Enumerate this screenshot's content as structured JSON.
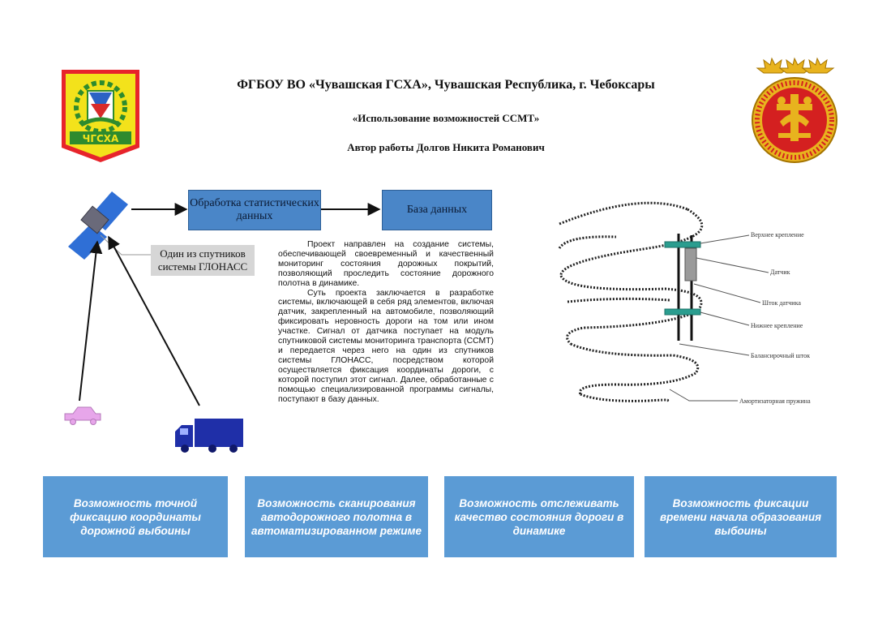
{
  "header": {
    "organization": "ФГБОУ ВО «Чувашская ГСХА», Чувашская Республика, г. Чебоксары",
    "topic": "«Использование возможностей ССМТ»",
    "author": "Автор работы Долгов Никита Романович"
  },
  "logo": {
    "text": "ЧГСХА"
  },
  "flow": {
    "processing": "Обработка статистических данных",
    "database": "База данных"
  },
  "satellite_label": "Один из спутников системы ГЛОНАСС",
  "description": {
    "paragraph_1": "Проект направлен на создание системы, обеспечивающей своевременный и качественный мониторинг состояния дорожных покрытий, позволяющий проследить состояние дорожного полотна в динамике.",
    "paragraph_2": "Суть проекта заключается в разработке системы, включающей в себя ряд элементов, включая датчик, закрепленный на автомобиле, позволяющий фиксировать неровность дороги на том или ином участке. Сигнал от датчика поступает на модуль спутниковой системы мониторинга транспорта (ССМТ) и передается через него на один из спутников системы ГЛОНАСС, посредством которой осуществляется фиксация координаты дороги, с которой поступил этот сигнал. Далее, обработанные с помощью специализированной программы сигналы, поступают в базу данных."
  },
  "sensor_labels": {
    "top_mount": "Верхнее крепление",
    "sensor": "Датчик",
    "rod": "Шток датчика",
    "bottom_mount": "Нижнее крепление",
    "balance_rod": "Балансирочный шток",
    "spring": "Амортизаторная пружина"
  },
  "features": [
    "Возможность точной фиксацию координаты дорожной выбоины",
    "Возможность сканирования автодорожного полотна в автоматизированном режиме",
    "Возможность отслеживать качество состояния дороги в динамике",
    "Возможность фиксации времени начала образования выбоины"
  ],
  "colors": {
    "flow_box": "#4a86c8",
    "feature_box": "#5b9bd5",
    "satellite_panel": "#2f6fd6",
    "car": "#e7a6ea",
    "truck": "#1f2fa8",
    "mount": "#2a9d8f",
    "sensor_body": "#9a9a9a"
  }
}
